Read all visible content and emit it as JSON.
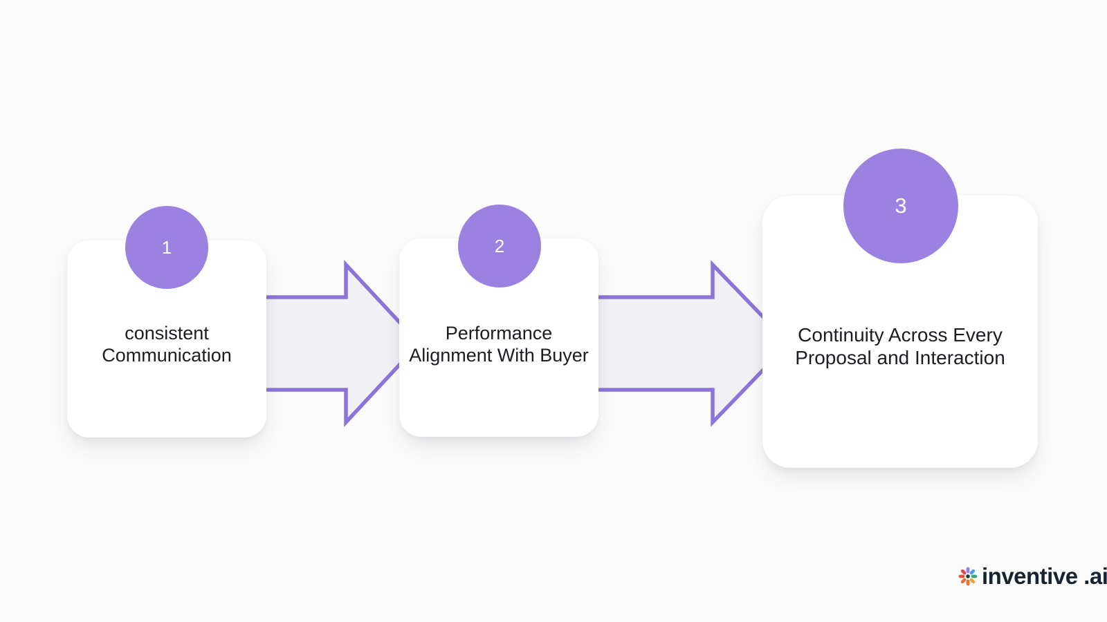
{
  "colors": {
    "bg": "#fcfbfb",
    "card-bg": "#ffffff",
    "accent": "#9b81e0",
    "arrow-fill": "#f1f0f5",
    "arrow-stroke": "#8d74da",
    "text": "#1c1c22",
    "logo-text": "#17232e"
  },
  "steps": [
    {
      "number": "1",
      "lines": [
        "consistent",
        "Communication"
      ]
    },
    {
      "number": "2",
      "lines": [
        "Performance",
        "Alignment With Buyer"
      ]
    },
    {
      "number": "3",
      "lines": [
        "Continuity Across Every",
        "Proposal and Interaction"
      ]
    }
  ],
  "arrows": [
    {
      "icon": "arrow-right-icon",
      "direction": "right"
    },
    {
      "icon": "arrow-right-icon",
      "direction": "right"
    }
  ],
  "logo": {
    "text": "inventive .ai",
    "icon": "starburst-icon"
  }
}
